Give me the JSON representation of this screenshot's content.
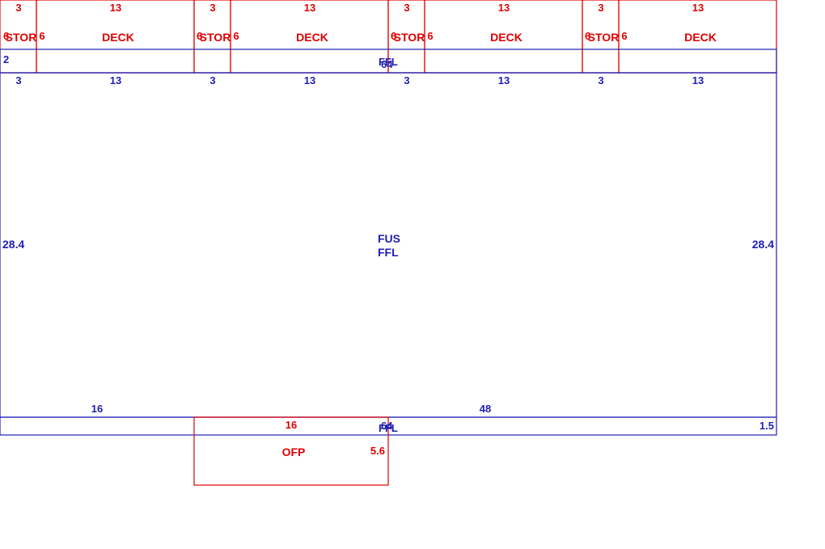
{
  "colors": {
    "storage": "#e00000",
    "structure": "#1f1fb4",
    "background": "#ffffff"
  },
  "top_row": {
    "modules": [
      {
        "stor_width": "3",
        "deck_width": "13",
        "stor_label": "STOR",
        "deck_label": "DECK",
        "stor_depth": "6",
        "stor_depth_right": "6"
      },
      {
        "stor_width": "3",
        "deck_width": "13",
        "stor_label": "STOR",
        "deck_label": "DECK",
        "stor_depth": "6",
        "stor_depth_right": "6"
      },
      {
        "stor_width": "3",
        "deck_width": "13",
        "stor_label": "STOR",
        "deck_label": "DECK",
        "stor_depth": "6",
        "stor_depth_right": "6"
      },
      {
        "stor_width": "3",
        "deck_width": "13",
        "stor_label": "STOR",
        "deck_label": "DECK",
        "stor_depth": "6",
        "stor_depth_right": "6"
      }
    ]
  },
  "ffl_strip": {
    "depth": "2",
    "label": "FFL",
    "overlap_value": "64"
  },
  "main_block": {
    "top_dims": [
      "3",
      "13",
      "3",
      "13",
      "3",
      "13",
      "3",
      "13"
    ],
    "label_line1": "FUS",
    "label_line2": "FFL",
    "depth_left": "28.4",
    "depth_right": "28.4",
    "bottom_left_dim": "16",
    "bottom_right_dim": "48"
  },
  "bottom_strip": {
    "label": "FFL",
    "overlap_value": "64",
    "depth": "1.5"
  },
  "ofp": {
    "label": "OFP",
    "width": "16",
    "depth": "5.6"
  }
}
